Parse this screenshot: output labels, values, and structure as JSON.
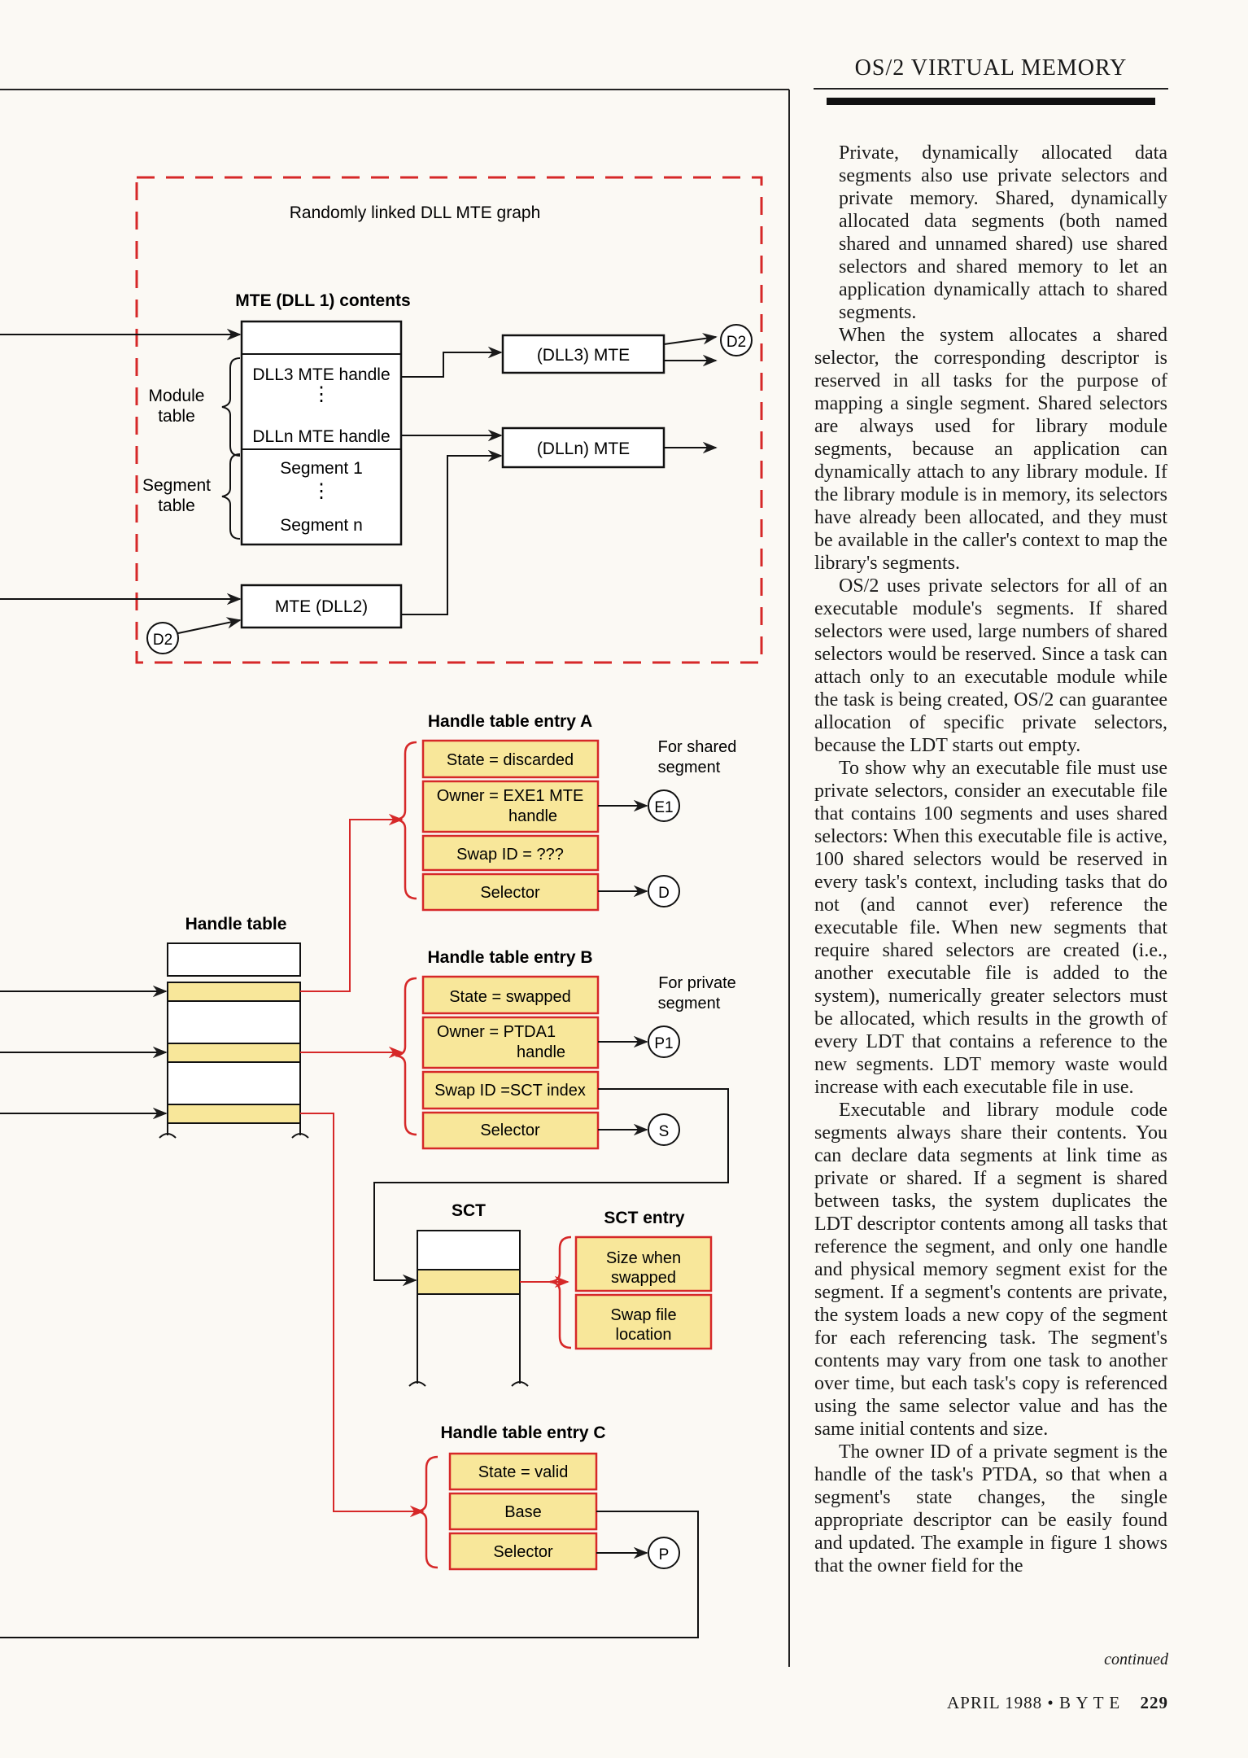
{
  "header": {
    "section_title": "OS/2 VIRTUAL MEMORY"
  },
  "figure": {
    "dll_graph_title": "Randomly linked DLL MTE graph",
    "mte_contents_title": "MTE (DLL 1) contents",
    "module_table_label": "Module table",
    "segment_table_label": "Segment table",
    "mte_rows": [
      "DLL3 MTE handle",
      "DLLn MTE handle",
      "Segment 1",
      "Segment n"
    ],
    "dll3_mte": "(DLL3) MTE",
    "dlln_mte": "(DLLn) MTE",
    "mte_dll2": "MTE (DLL2)",
    "connectors": {
      "d2": "D2",
      "e1": "E1",
      "d": "D",
      "p1": "P1",
      "s": "S",
      "p": "P"
    },
    "handle_table_title": "Handle table",
    "entry_a": {
      "title": "Handle table entry A",
      "rows": [
        "State = discarded",
        "Owner = EXE1 MTE handle",
        "Swap ID = ???",
        "Selector"
      ],
      "note": "For shared segment"
    },
    "entry_b": {
      "title": "Handle table entry B",
      "rows": [
        "State = swapped",
        "Owner = PTDA1 handle",
        "Swap ID =SCT index",
        "Selector"
      ],
      "note": "For private segment"
    },
    "sct_title": "SCT",
    "sct_entry": {
      "title": "SCT entry",
      "rows": [
        "Size when swapped",
        "Swap file location"
      ]
    },
    "entry_c": {
      "title": "Handle table entry C",
      "rows": [
        "State = valid",
        "Base",
        "Selector"
      ]
    }
  },
  "body": {
    "paragraphs": [
      "Private, dynamically allocated data segments also use private selectors and private memory. Shared, dynamically allocated data segments (both named shared and unnamed shared) use shared selectors and shared memory to let an application dynamically attach to shared segments.",
      "When the system allocates a shared selector, the corresponding descriptor is reserved in all tasks for the purpose of mapping a single segment. Shared selectors are always used for library module segments, because an application can dynamically attach to any library module. If the library module is in memory, its selectors have already been allocated, and they must be available in the caller's context to map the library's segments.",
      "OS/2 uses private selectors for all of an executable module's segments. If shared selectors were used, large numbers of shared selectors would be reserved. Since a task can attach only to an executable module while the task is being created, OS/2 can guarantee allocation of specific private selectors, because the LDT starts out empty.",
      "To show why an executable file must use private selectors, consider an executable file that contains 100 segments and uses shared selectors: When this executable file is active, 100 shared selectors would be reserved in every task's context, including tasks that do not (and cannot ever) reference the executable file. When new segments that require shared selectors are created (i.e., another executable file is added to the system), numerically greater selectors must be allocated, which results in the growth of every LDT that contains a reference to the new segments. LDT memory waste would increase with each executable file in use.",
      "Executable and library module code segments always share their contents. You can declare data segments at link time as private or shared. If a segment is shared between tasks, the system duplicates the LDT descriptor contents among all tasks that reference the segment, and only one handle and physical memory segment exist for the segment. If a segment's contents are private, the system loads a new copy of the segment for each referencing task. The segment's contents may vary from one task to another over time, but each task's copy is referenced using the same selector value and has the same initial contents and size.",
      "The owner ID of a private segment is the handle of the task's PTDA, so that when a segment's state changes, the single appropriate descriptor can be easily found and updated. The example in figure 1 shows that the owner field for the"
    ],
    "continued": "continued"
  },
  "footer": {
    "issue": "APRIL 1988 • B Y T E",
    "page_number": "229"
  },
  "colors": {
    "red": "#d62828",
    "yellow": "#f8e79a",
    "white": "#ffffff",
    "ink": "#1a1a1a"
  }
}
